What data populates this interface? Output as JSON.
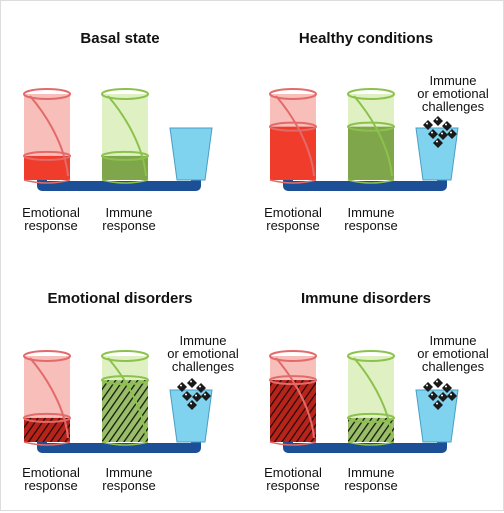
{
  "colors": {
    "emotional_fill": "#f03c2a",
    "emotional_glass": "#f7b3ad",
    "emotional_rim": "#e36a6a",
    "immune_fill": "#7fa64a",
    "immune_glass": "#d9efb8",
    "immune_rim": "#8cc24c",
    "cup": "#7fd3ef",
    "pipe": "#1c4f96",
    "stone": "#1a1a1a"
  },
  "labels": {
    "emotional_line1": "Emotional",
    "emotional_line2": "response",
    "immune_line1": "Immune",
    "immune_line2": "response",
    "challenge_line1": "Immune",
    "challenge_line2": "or emotional",
    "challenge_line3": "challenges"
  },
  "panels": [
    {
      "title": "Basal  state",
      "emotional_level": 0.28,
      "immune_level": 0.28,
      "show_challenges": false,
      "emotional_hatched": false,
      "immune_hatched": false
    },
    {
      "title": "Healthy conditions",
      "emotional_level": 0.62,
      "immune_level": 0.62,
      "show_challenges": true,
      "emotional_hatched": false,
      "immune_hatched": false
    },
    {
      "title": "Emotional  disorders",
      "emotional_level": 0.28,
      "immune_level": 0.72,
      "show_challenges": true,
      "emotional_hatched": true,
      "immune_hatched": true
    },
    {
      "title": "Immune disorders",
      "emotional_level": 0.72,
      "immune_level": 0.28,
      "show_challenges": true,
      "emotional_hatched": true,
      "immune_hatched": true
    }
  ]
}
